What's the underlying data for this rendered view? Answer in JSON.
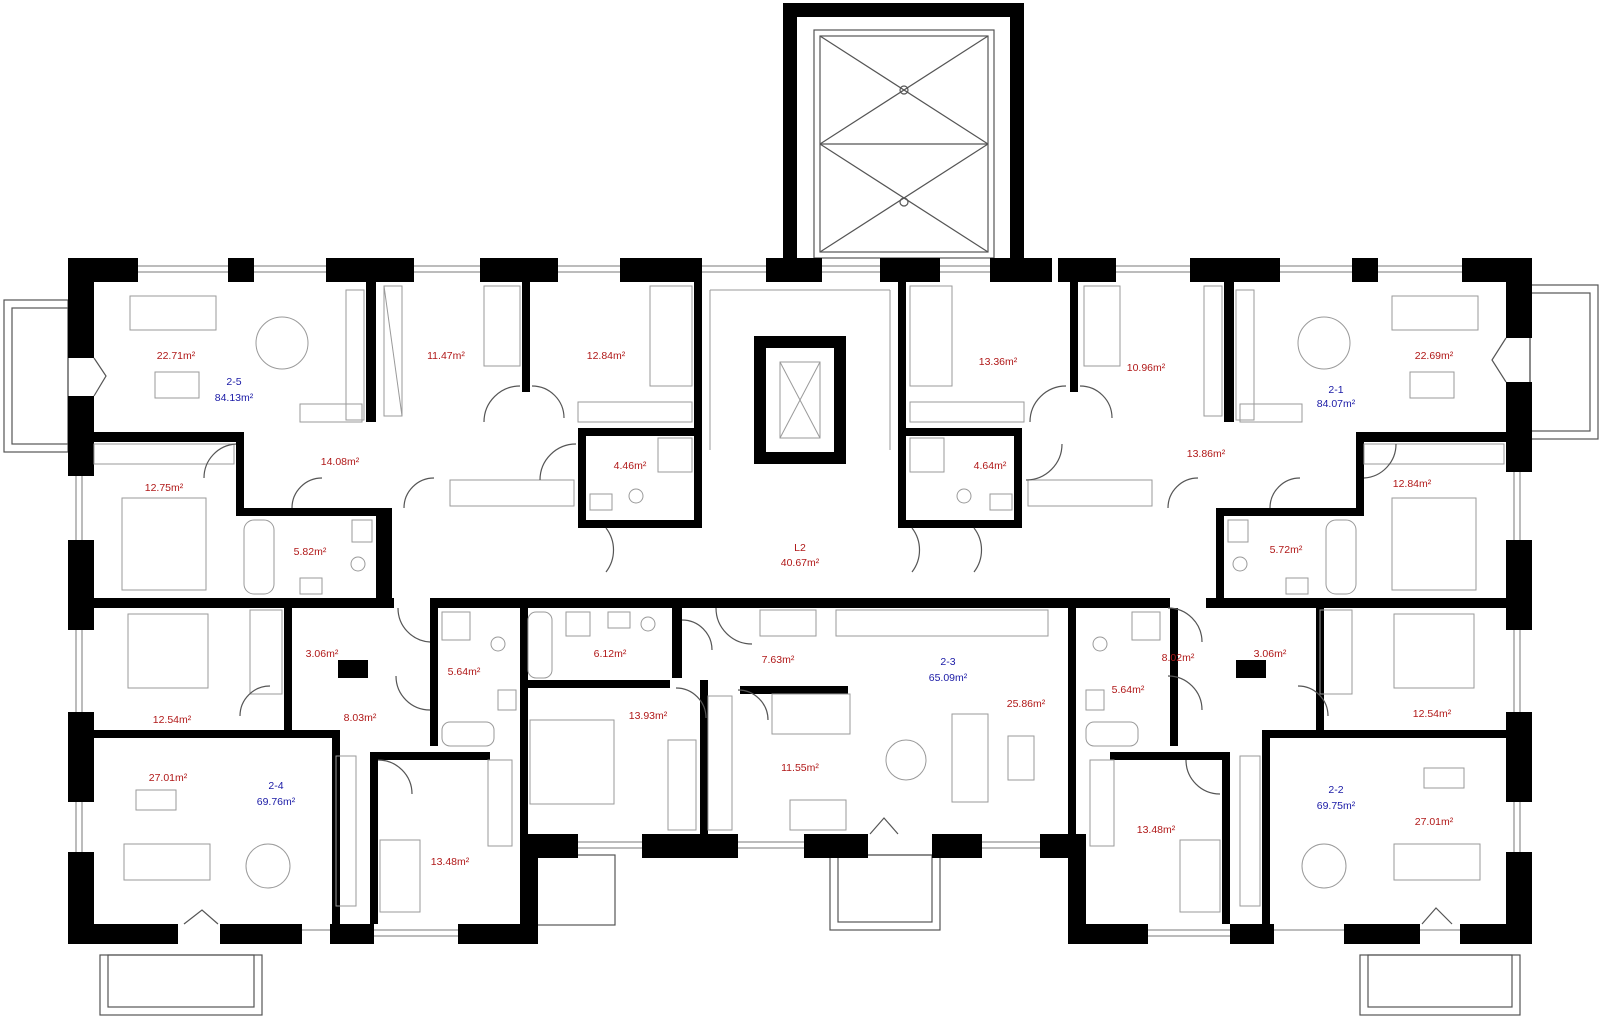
{
  "colors": {
    "wall": "#000000",
    "room_label": "#b01818",
    "apartment_label": "#1a1aa6",
    "furniture_line": "#9a9a9a"
  },
  "lobby": {
    "name": "L2",
    "area": "40.67m²"
  },
  "apartments": [
    {
      "id": "2-5",
      "total": "84.13m²",
      "rooms": [
        "22.71m²",
        "11.47m²",
        "12.84m²",
        "14.08m²",
        "12.75m²",
        "5.82m²",
        "4.46m²"
      ]
    },
    {
      "id": "2-1",
      "total": "84.07m²",
      "rooms": [
        "22.69m²",
        "13.36m²",
        "10.96m²",
        "13.86m²",
        "12.84m²",
        "5.72m²",
        "4.64m²"
      ]
    },
    {
      "id": "2-4",
      "total": "69.76m²",
      "rooms": [
        "27.01m²",
        "12.54m²",
        "3.06m²",
        "8.03m²",
        "5.64m²",
        "13.48m²"
      ]
    },
    {
      "id": "2-3",
      "total": "65.09m²",
      "rooms": [
        "25.86m²",
        "6.12m²",
        "7.63m²",
        "13.93m²",
        "11.55m²"
      ]
    },
    {
      "id": "2-2",
      "total": "69.75m²",
      "rooms": [
        "27.01m²",
        "12.54m²",
        "3.06m²",
        "8.02m²",
        "5.64m²",
        "13.48m²"
      ]
    }
  ],
  "icons": [
    "door-swing-icon",
    "bed-icon",
    "sofa-icon",
    "dining-table-icon",
    "desk-icon",
    "bathtub-icon",
    "toilet-icon",
    "sink-icon",
    "stove-icon",
    "wardrobe-icon",
    "elevator-icon",
    "stair-void-icon"
  ]
}
